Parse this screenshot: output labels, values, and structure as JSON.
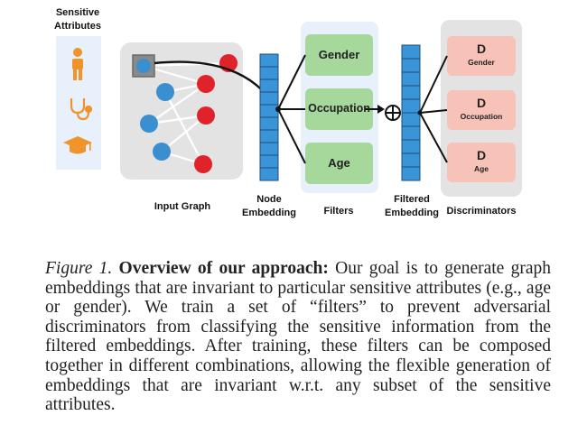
{
  "figure": {
    "sensitive_attributes_label": "Sensitive Attributes",
    "input_graph_label": "Input Graph",
    "node_embedding_label": "Node Embedding",
    "filters_label": "Filters",
    "filtered_embedding_label": "Filtered Embedding",
    "discriminators_label": "Discriminators",
    "attribute_icons": [
      "person-icon",
      "stethoscope-icon",
      "graduation-cap-icon"
    ],
    "filters": [
      "Gender",
      "Occupation",
      "Age"
    ],
    "discriminators": [
      {
        "letter": "D",
        "attribute": "Gender"
      },
      {
        "letter": "D",
        "attribute": "Occupation"
      },
      {
        "letter": "D",
        "attribute": "Age"
      }
    ],
    "combine_symbol": "⊕",
    "colors": {
      "node_blue": "#3a8fd0",
      "node_red": "#e0232a",
      "embedding_blue": "#3a95d8",
      "filter_green": "#a6d79b",
      "discriminator_pink": "#f7c2b8",
      "panel_gray": "#e3e3e3",
      "panel_lightblue": "#e7f0fb"
    }
  },
  "caption": {
    "figure_number": "Figure 1.",
    "title": "Overview of our approach:",
    "body": "Our goal is to generate graph embeddings that are invariant to particular sensitive attributes (e.g., age or gender). We train a set of “filters” to prevent adversarial discriminators from classifying the sensitive information from the filtered embeddings. After training, these filters can be composed together in different combinations, allowing the flexible generation of embeddings that are invariant w.r.t. any subset of the sensitive attributes."
  }
}
